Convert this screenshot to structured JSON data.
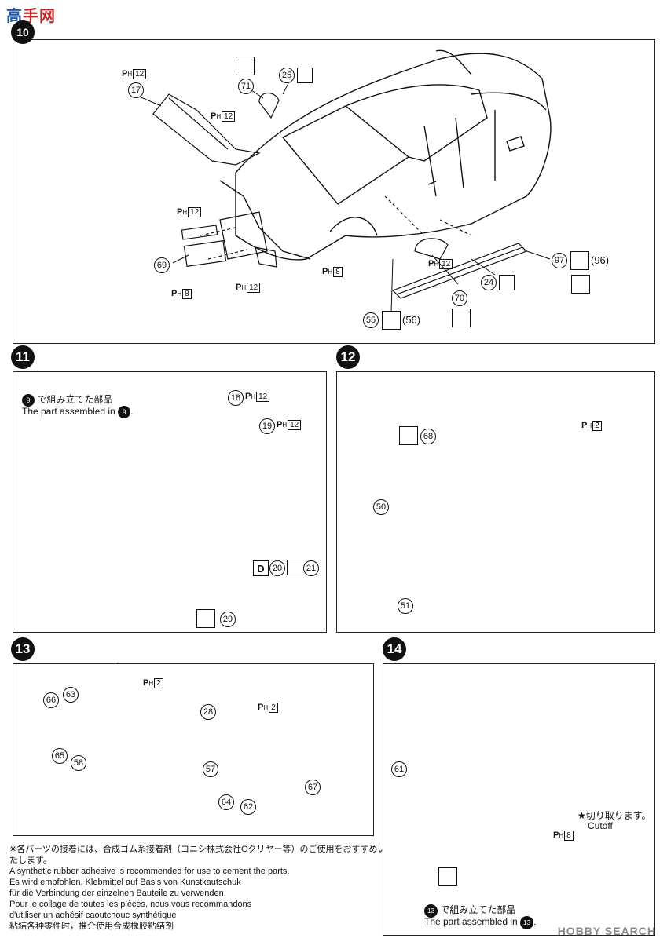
{
  "watermark_top": {
    "part1": "高",
    "part2": "手网"
  },
  "watermark_bottom": "HOBBY SEARCH",
  "steps": {
    "s10": "10",
    "s11": "11",
    "s12": "12",
    "s13": "13",
    "s14": "14"
  },
  "ph": {
    "p": "P",
    "h": "H",
    "n12": "12",
    "n8": "8",
    "n2": "2"
  },
  "parts": {
    "p17": "17",
    "p71": "71",
    "p25": "25",
    "p69": "69",
    "p24": "24",
    "p70": "70",
    "p97": "97",
    "p96": "(96)",
    "p55": "55",
    "p56": "(56)",
    "p18": "18",
    "p19": "19",
    "p20": "20",
    "p21": "21",
    "p29": "29",
    "p68": "68",
    "p50": "50",
    "p51": "51",
    "p66": "66",
    "p63": "63",
    "p65": "65",
    "p58": "58",
    "p28": "28",
    "p57": "57",
    "p64": "64",
    "p62": "62",
    "p67": "67",
    "p61": "61"
  },
  "step11": {
    "assembled_jp": "で組み立てた部品",
    "assembled_en": "The part assembled in",
    "ref": "9",
    "d_icon": "D"
  },
  "step14": {
    "cutoff_jp": "★切り取ります。",
    "cutoff_en": "Cutoff",
    "assembled_jp": "で組み立てた部品",
    "assembled_en": "The part assembled in",
    "ref": "13"
  },
  "note": {
    "jp": "※各パーツの接着には、合成ゴム系接着剤（コニシ株式会社Gクリヤー等）のご使用をおすすめいたします。",
    "en": "A synthetic rubber adhesive is recommended for use to cement the parts.",
    "de1": "Es wird empfohlen, Klebmittel auf Basis von Kunstkautschuk",
    "de2": "für die Verbindung der einzelnen Bauteile zu verwenden.",
    "fr1": "Pour le collage de toutes les pièces, nous vous recommandons",
    "fr2": "d'utiliser un adhésif caoutchouc synthétique",
    "zh": "粘結各种零件时，推介使用合成橡胶粘结剂"
  }
}
